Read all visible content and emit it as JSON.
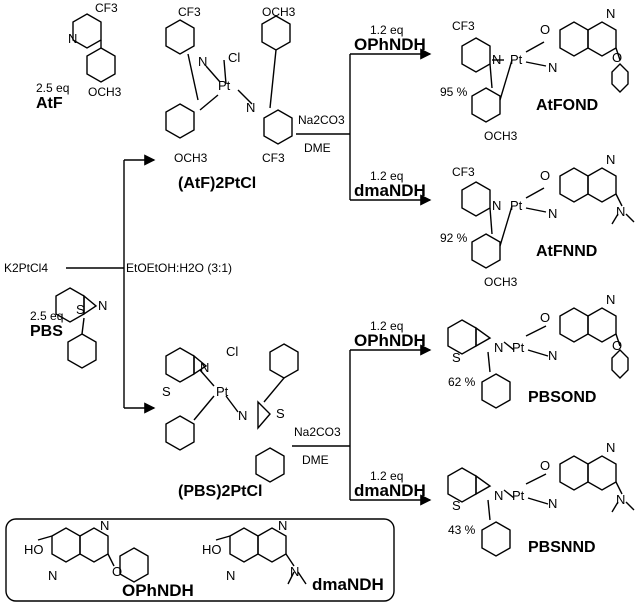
{
  "reagents": {
    "atf_eq": "2.5 eq",
    "atf_name": "AtF",
    "atf_cf3": "CF3",
    "atf_och3": "OCH3",
    "ptcl4": "K2PtCl4",
    "solvent": "EtOEtOH:H2O (3:1)",
    "pbs_eq": "2.5 eq",
    "pbs_name": "PBS"
  },
  "intermediates": {
    "atf_dimer": "(AtF)2PtCl",
    "pbs_dimer": "(PBS)2PtCl",
    "base": "Na2CO3",
    "base2": "Na2CO3",
    "dme": "DME",
    "dme2": "DME"
  },
  "arrows": {
    "ophndh_eq": "1.2 eq",
    "ophndh": "OPhNDH",
    "dmandh_eq": "1.2 eq",
    "dmandh": "dmaNDH",
    "ophndh_eq2": "1.2 eq",
    "ophndh2": "OPhNDH",
    "dmandh_eq2": "1.2 eq",
    "dmandh2": "dmaNDH"
  },
  "products": [
    {
      "name": "AtFOND",
      "yield": "95 %"
    },
    {
      "name": "AtFNND",
      "yield": "92 %"
    },
    {
      "name": "PBSOND",
      "yield": "62 %"
    },
    {
      "name": "PBSNND",
      "yield": "43 %"
    }
  ],
  "legend": {
    "ho": "HO",
    "l1": "OPhNDH",
    "l2": "dmaNDH"
  },
  "atoms": {
    "N": "N",
    "O": "O",
    "S": "S",
    "Pt": "Pt",
    "Cl": "Cl",
    "CF3": "CF3",
    "OCH3": "OCH3"
  }
}
